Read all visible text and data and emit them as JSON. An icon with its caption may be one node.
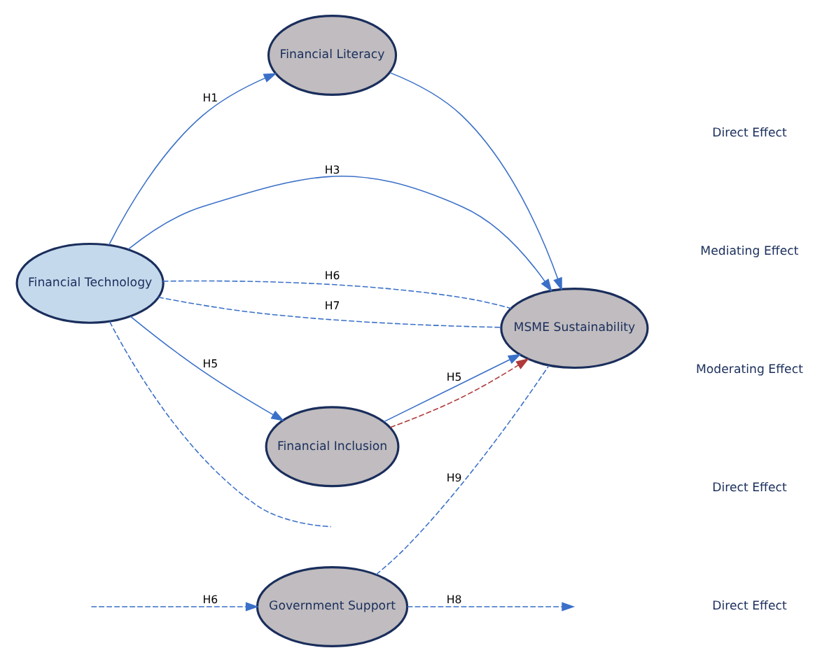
{
  "diagram": {
    "nodes": [
      {
        "text": [
          "Financial Technology"
        ]
      },
      {
        "text": [
          "Financial Literacy"
        ]
      },
      {
        "text": [
          "Government Support"
        ]
      },
      {
        "text": [
          "MSME Sustainability"
        ]
      },
      {
        "text": [
          "Financial Inclusion"
        ]
      }
    ],
    "edges": [
      {
        "from": 0,
        "to": 1,
        "arrow": "to",
        "label": "H1"
      },
      {
        "from": 0,
        "to": 3,
        "arrow": "to",
        "label": "H3"
      },
      {
        "from": 0,
        "to": 4,
        "arrow": "to",
        "label": "H5"
      },
      {
        "from": 1,
        "to": 3,
        "arrow": "to"
      },
      {
        "from": 4,
        "to": 3,
        "arrow": "to",
        "label": "H5"
      },
      {
        "from": 4,
        "to": 3,
        "arrow": "to",
        "style": "dashed",
        "color": "#b03a3a"
      },
      {
        "from": null,
        "to": 2,
        "arrow": "to",
        "style": "dashed",
        "label": "H6"
      },
      {
        "from": 2,
        "to": null,
        "arrow": "to",
        "style": "dashed",
        "label": "H8"
      },
      {
        "from": 2,
        "to": 3,
        "arrow": "none",
        "style": "dashed",
        "label": "H9"
      },
      {
        "from": 0,
        "to": 3,
        "arrow": "none",
        "style": "dashed",
        "label": "H6"
      },
      {
        "from": 0,
        "to": 3,
        "arrow": "none",
        "style": "dashed",
        "label": "H7"
      },
      {
        "from": 0,
        "to": null,
        "arrow": "none",
        "style": "dashed"
      }
    ],
    "legend": [
      {
        "text": "Direct Effect"
      },
      {
        "text": "Mediating Effect"
      },
      {
        "text": "Moderating Effect"
      },
      {
        "text": "Direct Effect"
      },
      {
        "text": "Direct Effect"
      }
    ]
  }
}
